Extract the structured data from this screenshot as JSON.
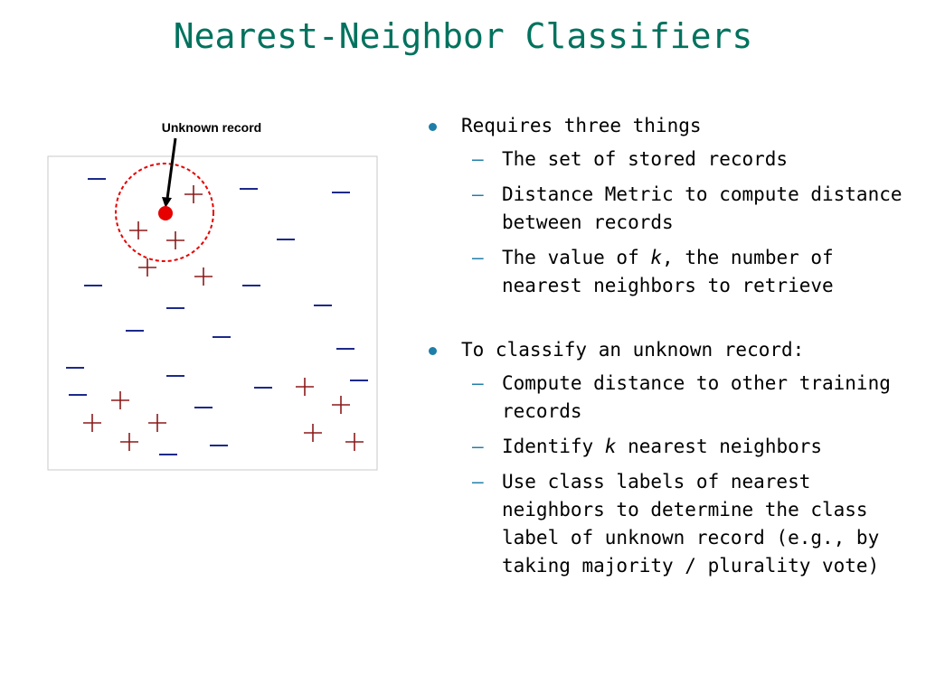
{
  "slide": {
    "title": "Nearest-Neighbor Classifiers"
  },
  "figure": {
    "unknown_label": "Unknown record",
    "minus_symbol": "—",
    "plus_symbol": "+",
    "colors": {
      "minus": "#1c2a8a",
      "plus": "#8b1a1a",
      "unknown_point": "#e60000",
      "circle": "#e60000",
      "border": "#c8c8c8"
    }
  },
  "bullets": [
    {
      "text": "Requires three things",
      "sub": [
        {
          "parts": [
            "The set of stored records"
          ]
        },
        {
          "parts": [
            "Distance Metric to compute distance between records"
          ]
        },
        {
          "parts": [
            "The value of ",
            "k",
            ", the number of nearest neighbors to retrieve"
          ]
        }
      ]
    },
    {
      "text": "To classify an unknown record:",
      "sub": [
        {
          "parts": [
            "Compute distance to other training records"
          ]
        },
        {
          "parts": [
            "Identify ",
            "k",
            " nearest neighbors"
          ]
        },
        {
          "parts": [
            "Use class labels of nearest neighbors to determine the class label of unknown record (e.g., by taking majority / plurality vote)"
          ]
        }
      ]
    }
  ]
}
